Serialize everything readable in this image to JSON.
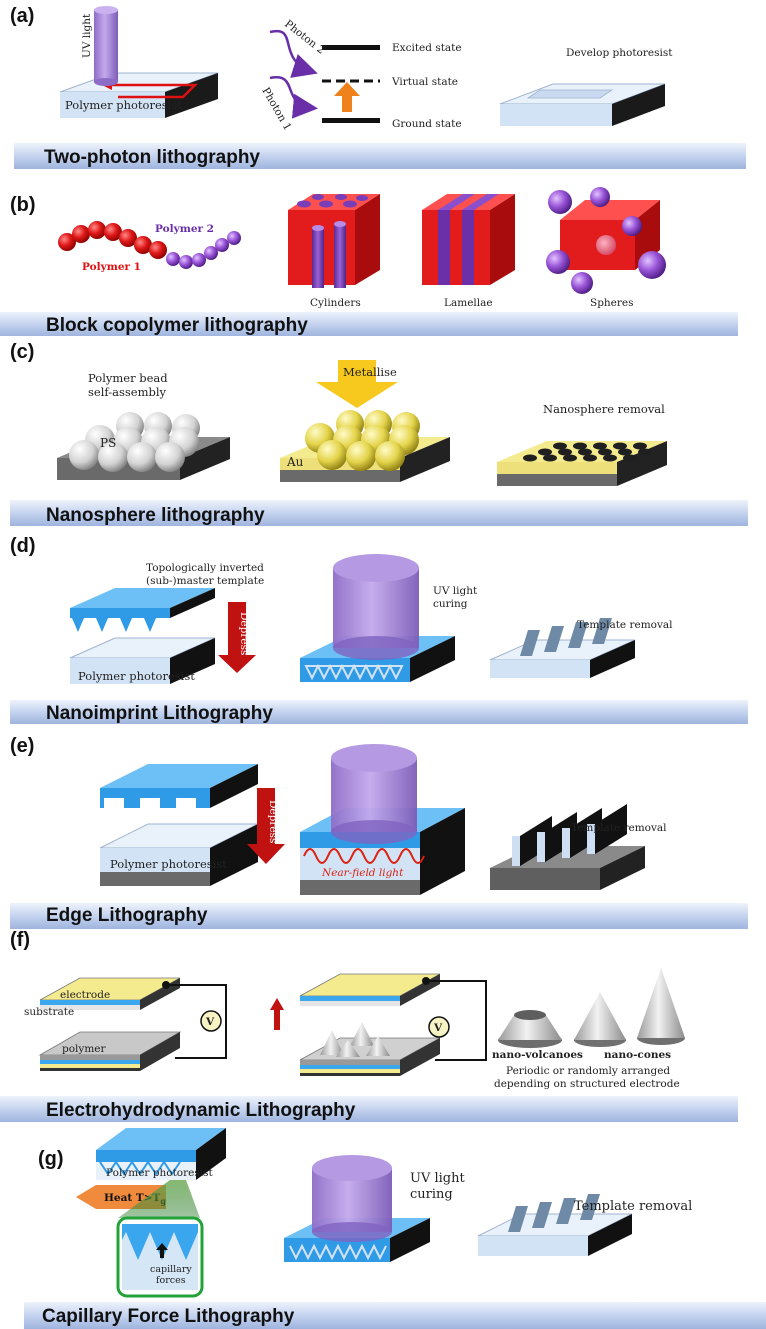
{
  "panels": {
    "a": {
      "label": "(a)",
      "title": "Two-photon lithography",
      "uv_light": "UV light",
      "photoresist": "Polymer photoresist",
      "photon1": "Photon 1",
      "photon2": "Photon 2",
      "excited": "Excited state",
      "virtual": "Virtual state",
      "ground": "Ground state",
      "develop": "Develop photoresist"
    },
    "b": {
      "label": "(b)",
      "title": "Block copolymer lithography",
      "polymer1": "Polymer 1",
      "polymer2": "Polymer 2",
      "cylinders": "Cylinders",
      "lamellae": "Lamellae",
      "spheres": "Spheres"
    },
    "c": {
      "label": "(c)",
      "title": "Nanosphere lithography",
      "bead_line1": "Polymer bead",
      "bead_line2": "self-assembly",
      "ps": "PS",
      "metallise": "Metallise",
      "au": "Au",
      "removal": "Nanosphere removal"
    },
    "d": {
      "label": "(d)",
      "title": "Nanoimprint Lithography",
      "template_line1": "Topologically inverted",
      "template_line2": "(sub-)master template",
      "depress": "Depress",
      "photoresist": "Polymer photoresist",
      "uv_line1": "UV light",
      "uv_line2": "curing",
      "removal": "Template removal"
    },
    "e": {
      "label": "(e)",
      "title": "Edge Lithography",
      "depress": "Depress",
      "photoresist": "Polymer photoresist",
      "near_field": "Near-field light",
      "removal": "Template removal"
    },
    "f": {
      "label": "(f)",
      "title": "Electrohydrodynamic Lithography",
      "electrode": "electrode",
      "substrate": "substrate",
      "polymer": "polymer",
      "voltage": "V",
      "volcanoes": "nano-volcanoes",
      "cones": "nano-cones",
      "note_line1": "Periodic or randomly arranged",
      "note_line2": "depending on structured electrode"
    },
    "g": {
      "label": "(g)",
      "title": "Capillary Force Lithography",
      "photoresist": "Polymer photoresist",
      "heat": "Heat T>T",
      "heat_sub": "g",
      "capillary_line1": "capillary",
      "capillary_line2": "forces",
      "uv_line1": "UV light",
      "uv_line2": "curing",
      "removal": "Template removal"
    }
  },
  "colors": {
    "photoresist": "#dbe8f8",
    "template": "#39a6ee",
    "uv_cylinder": "#a584d6",
    "red_block": "#e02020",
    "purple": "#7a3db8",
    "gold": "#f4eb8e",
    "banner": "#b8c9ea"
  }
}
